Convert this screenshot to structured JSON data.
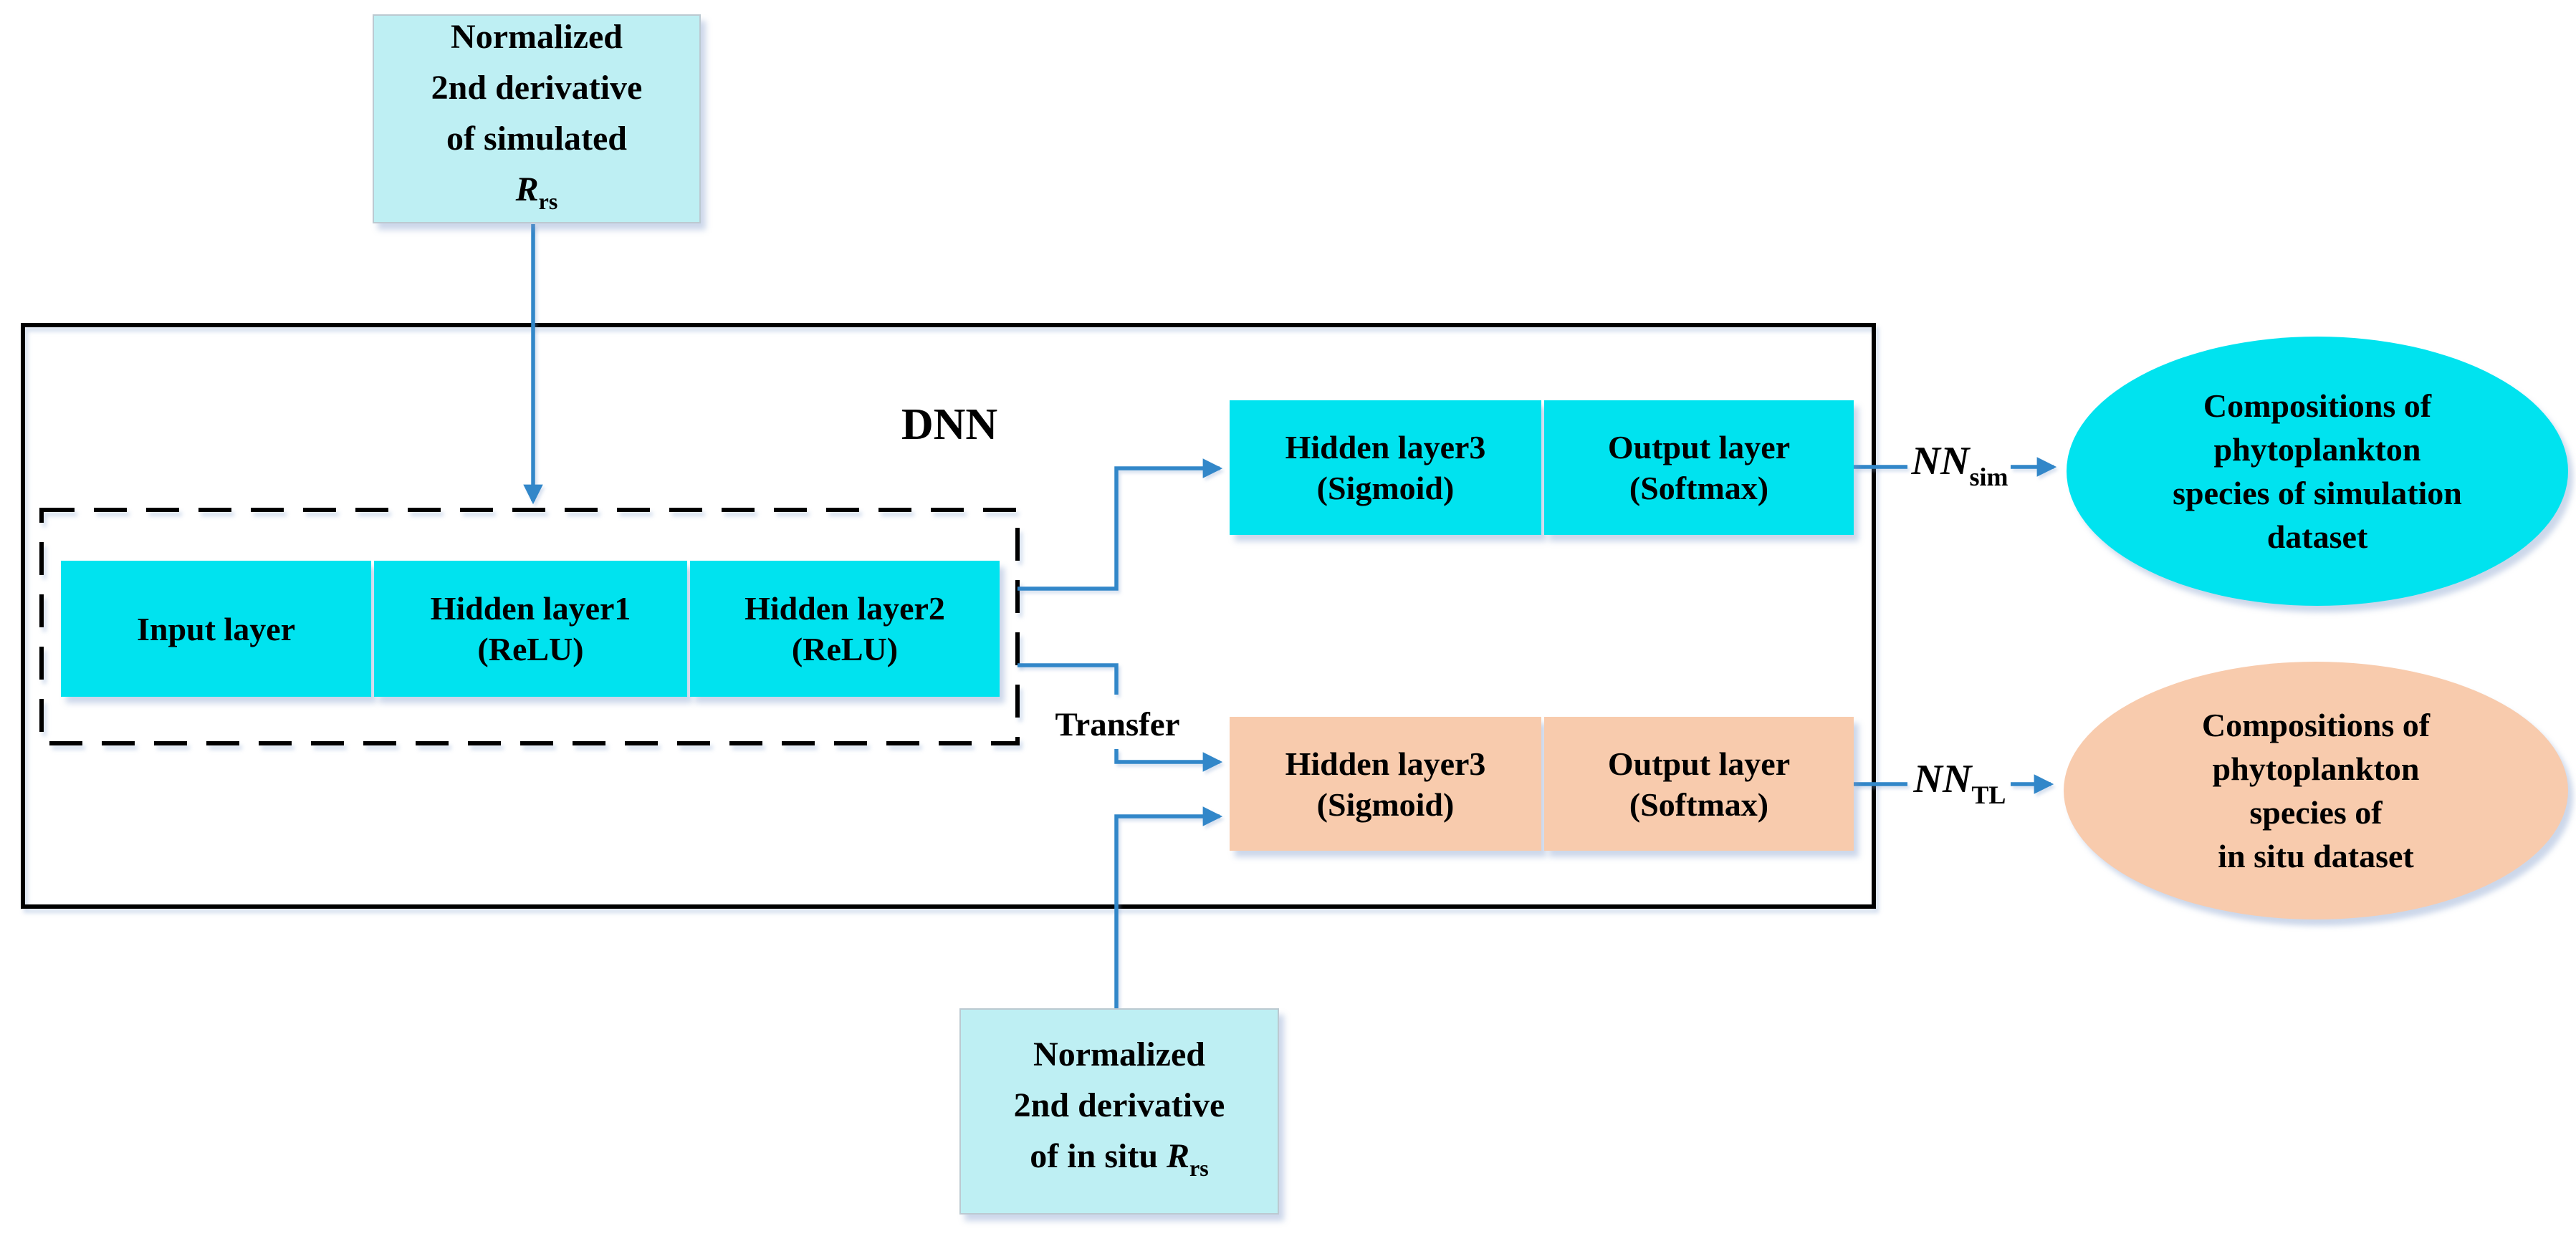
{
  "colors": {
    "bright_cyan": "#00E3EF",
    "light_cyan": "#BEEFF3",
    "peach": "#F8CBAD",
    "arrow_blue": "#3287C9",
    "outline_black": "#000000"
  },
  "dnn_label": "DNN",
  "transfer_label": "Transfer",
  "top_input_box": {
    "line1": "Normalized",
    "line2": "2nd derivative",
    "line3": "of simulated",
    "formula_base": "R",
    "formula_sub": "rs"
  },
  "bottom_input_box": {
    "line1": "Normalized",
    "line2": "2nd derivative",
    "line3_prefix": "of in situ ",
    "formula_base": "R",
    "formula_sub": "rs"
  },
  "input_bar": {
    "cells": [
      {
        "title": "Input layer",
        "subtitle": ""
      },
      {
        "title": "Hidden layer1",
        "subtitle": "(ReLU)"
      },
      {
        "title": "Hidden layer2",
        "subtitle": "(ReLU)"
      }
    ]
  },
  "sim_branch": {
    "hidden": {
      "title": "Hidden layer3",
      "subtitle": "(Sigmoid)"
    },
    "output": {
      "title": "Output layer",
      "subtitle": "(Softmax)"
    },
    "nn_base": "NN",
    "nn_sub": "sim",
    "ellipse": {
      "line1": "Compositions of",
      "line2": "phytoplankton",
      "line3": "species of simulation",
      "line4": "dataset"
    }
  },
  "tl_branch": {
    "hidden": {
      "title": "Hidden layer3",
      "subtitle": "(Sigmoid)"
    },
    "output": {
      "title": "Output layer",
      "subtitle": "(Softmax)"
    },
    "nn_base": "NN",
    "nn_sub": "TL",
    "ellipse": {
      "line1": "Compositions of",
      "line2": "phytoplankton",
      "line3": "species of",
      "line4": "in situ dataset"
    }
  }
}
